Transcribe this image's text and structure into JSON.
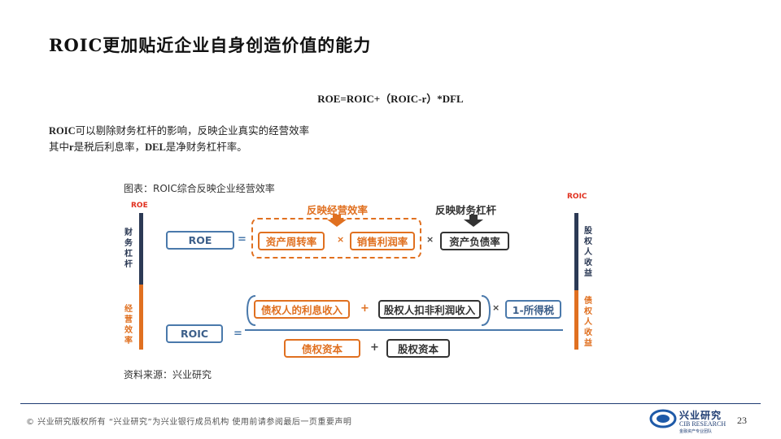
{
  "title": "ROIC更加贴近企业自身创造价值的能力",
  "formula": "ROE=ROIC+（ROIC-r）*DFL",
  "para": {
    "l1_bold": "ROIC",
    "l1_rest": "可以剔除财务杠杆的影响，反映企业真实的经营效率",
    "l2_a": "其中",
    "l2_r": "r",
    "l2_b": "是税后利息率，",
    "l2_del": "DEL",
    "l2_c": "是净财务杠杆率。"
  },
  "caption": "图表：ROIC综合反映企业经营效率",
  "source": "资料来源：兴业研究",
  "diagram": {
    "left_top_tag": "ROE",
    "right_top_tag": "ROIC",
    "left_label_top": [
      "财",
      "务",
      "杠",
      "杆"
    ],
    "left_label_bottom": [
      "经",
      "营",
      "效",
      "率"
    ],
    "right_label_top": [
      "股",
      "权",
      "人",
      "收",
      "益"
    ],
    "right_label_bottom": [
      "债",
      "权",
      "人",
      "收",
      "益"
    ],
    "note_orange": "反映经营效率",
    "note_dark": "反映财务杠杆",
    "row1": {
      "roe": "ROE",
      "eq": "=",
      "asset_turnover": "资产周转率",
      "times1": "×",
      "profit_margin": "销售利润率",
      "times2": "×",
      "debt_ratio": "资产负债率"
    },
    "row2": {
      "roic": "ROIC",
      "eq": "=",
      "creditor_interest": "债权人的利息收入",
      "plus1": "+",
      "shareholder_income": "股权人扣非利润收入",
      "times": "×",
      "tax": "1-所得税",
      "debt_capital": "债权资本",
      "plus2": "+",
      "equity_capital": "股权资本"
    },
    "colors": {
      "blue": "#4a79ab",
      "orange": "#e07020",
      "dark": "#333333",
      "red": "#e0301e"
    }
  },
  "footer": {
    "text": "©  兴业研究版权所有   “兴业研究”为兴业银行成员机构   使用前请参阅最后一页重要声明",
    "page": "23",
    "logo_cn": "兴业研究",
    "logo_en": "CIB RESEARCH",
    "logo_small": "金融资产专业团队"
  }
}
